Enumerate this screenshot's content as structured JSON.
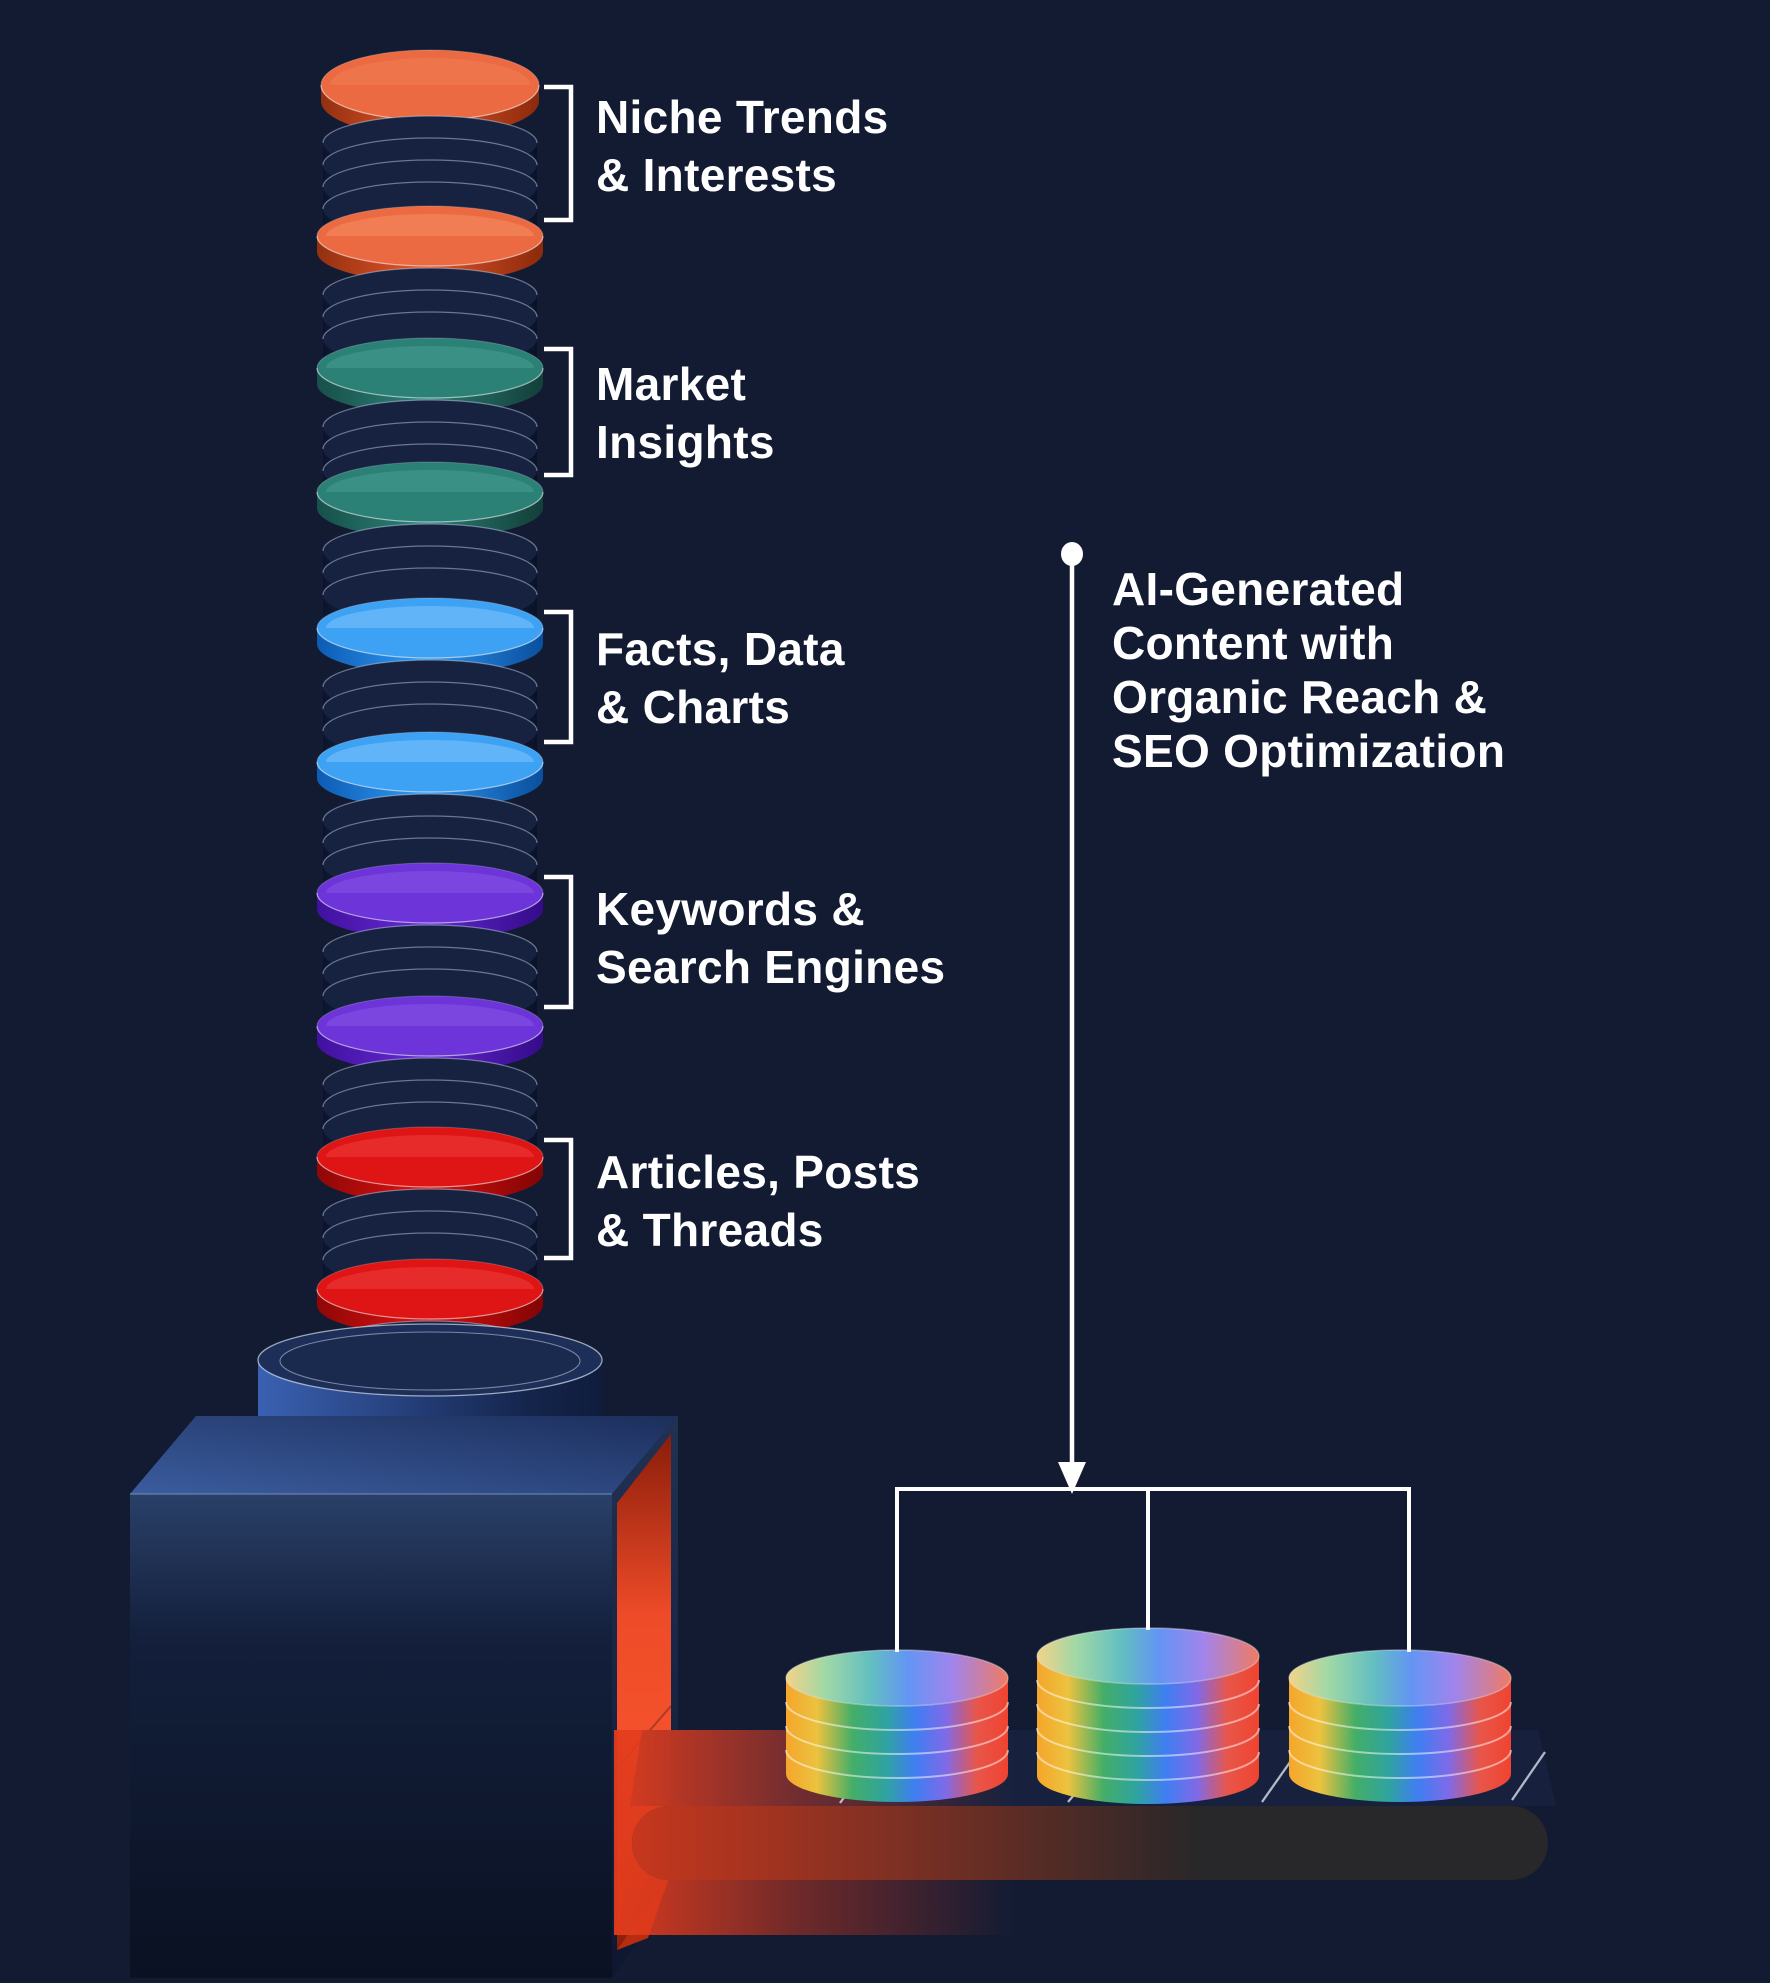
{
  "background": "#131b33",
  "column": {
    "bands": [
      {
        "id": "niche-trends",
        "label": "Niche Trends\n& Interests",
        "face": "#ec6a41",
        "highlight": "#f49067",
        "side": [
          "#93300f",
          "#e2552a",
          "#8c2a0c"
        ]
      },
      {
        "id": "market-insights",
        "label": "Market\nInsights",
        "face": "#2c8177",
        "highlight": "#47a093",
        "side": [
          "#17504a",
          "#2c8177",
          "#123f39"
        ]
      },
      {
        "id": "facts-data-charts",
        "label": "Facts, Data\n& Charts",
        "face": "#3ea2f4",
        "highlight": "#82c6f9",
        "side": [
          "#0d5cb4",
          "#2f97ef",
          "#0a4f9f"
        ]
      },
      {
        "id": "keywords-search-engines",
        "label": "Keywords &\nSearch Engines",
        "face": "#6c34d9",
        "highlight": "#8a56e8",
        "side": [
          "#41109f",
          "#6429d2",
          "#350b8a"
        ]
      },
      {
        "id": "articles-posts-threads",
        "label": "Articles, Posts\n& Threads",
        "face": "#df1414",
        "highlight": "#ef4242",
        "side": [
          "#8f0707",
          "#d81212",
          "#840404"
        ]
      }
    ],
    "navy_coin": {
      "face": "#16223f",
      "side": [
        "#0b142c",
        "#152848",
        "#3560b4",
        "#27468c",
        "#122142",
        "#0a1228"
      ]
    }
  },
  "right_callout": {
    "text": "AI-Generated\nContent with\nOrganic Reach &\nSEO Optimization"
  },
  "machine": {
    "body_front": "#131f3b",
    "body_top": "#3b5c9e",
    "opening_glow": "#f4512c",
    "floor_glow": "#e23c1d",
    "belt": "#282729",
    "connector": "#ffffff"
  },
  "output_stacks": {
    "coin_counts": [
      4,
      5,
      4
    ],
    "side_colors": [
      "#f5a62b",
      "#ecc23f",
      "#43ae68",
      "#2fa3a0",
      "#3f7ef2",
      "#7f6ae8",
      "#e8564a",
      "#f04330"
    ],
    "top_colors": [
      "#f3d388",
      "#9fd8a6",
      "#63bfc0",
      "#6395f4",
      "#a184ec",
      "#ef7b63"
    ]
  }
}
